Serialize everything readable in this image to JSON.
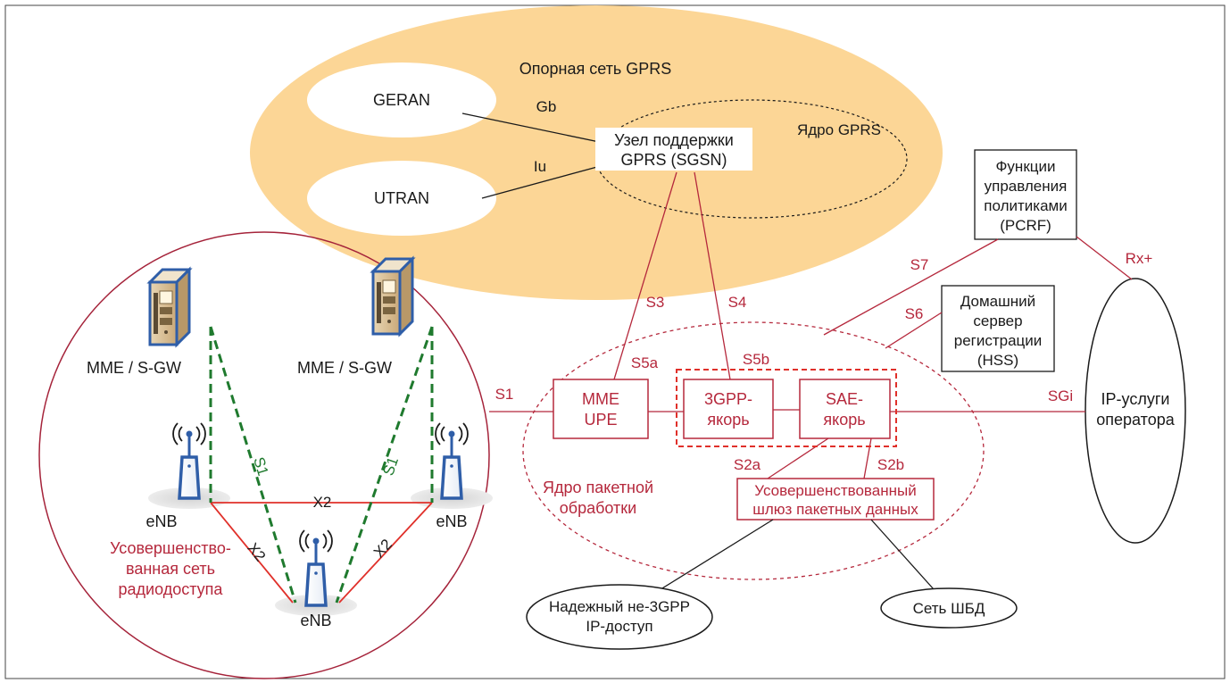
{
  "colors": {
    "gprs_fill": "#fcd696",
    "red_line": "#b5283c",
    "green_dash": "#1f7a2e",
    "black": "#1a1a1a",
    "x2_line": "#e0302a",
    "antenna_blue": "#2f5ea8",
    "base_grey": "#dcdcdc"
  },
  "gprs": {
    "title": "Опорная сеть GPRS",
    "geran": "GERAN",
    "utran": "UTRAN",
    "core": "Ядро GPRS",
    "sgsn_line1": "Узел поддержки",
    "sgsn_line2": "GPRS (SGSN)",
    "gb": "Gb",
    "iu": "Iu"
  },
  "pcrf": {
    "line1": "Функции",
    "line2": "управления",
    "line3": "политиками",
    "line4": "(PCRF)"
  },
  "hss": {
    "line1": "Домашний",
    "line2": "сервер",
    "line3": "регистрации",
    "line4": "(HSS)"
  },
  "ip_services": {
    "line1": "IP-услуги",
    "line2": "оператора"
  },
  "packet_core": {
    "label_line1": "Ядро пакетной",
    "label_line2": "обработки",
    "mme_line1": "MME",
    "mme_line2": "UPE",
    "anchor3gpp_line1": "3GPP-",
    "anchor3gpp_line2": "якорь",
    "sae_line1": "SAE-",
    "sae_line2": "якорь",
    "epdg_line1": "Усовершенствованный",
    "epdg_line2": "шлюз пакетных данных"
  },
  "interfaces": {
    "s1": "S1",
    "s3": "S3",
    "s4": "S4",
    "s5a": "S5a",
    "s5b": "S5b",
    "s6": "S6",
    "s7": "S7",
    "rx": "Rx+",
    "sgi": "SGi",
    "s2a": "S2a",
    "s2b": "S2b"
  },
  "access": {
    "trusted_line1": "Надежный не-3GPP",
    "trusted_line2": "IP-доступ",
    "wlan": "Сеть ШБД"
  },
  "eutran": {
    "mme_sgw_left": "MME / S-GW",
    "mme_sgw_right": "MME / S-GW",
    "enb_left": "eNB",
    "enb_right": "eNB",
    "enb_bottom": "eNB",
    "s1_left": "S1",
    "s1_right": "S1",
    "x2_top": "X2",
    "x2_left": "X2",
    "x2_right": "X2",
    "caption_line1": "Усовершенство-",
    "caption_line2": "ванная сеть",
    "caption_line3": "радиодоступа"
  }
}
